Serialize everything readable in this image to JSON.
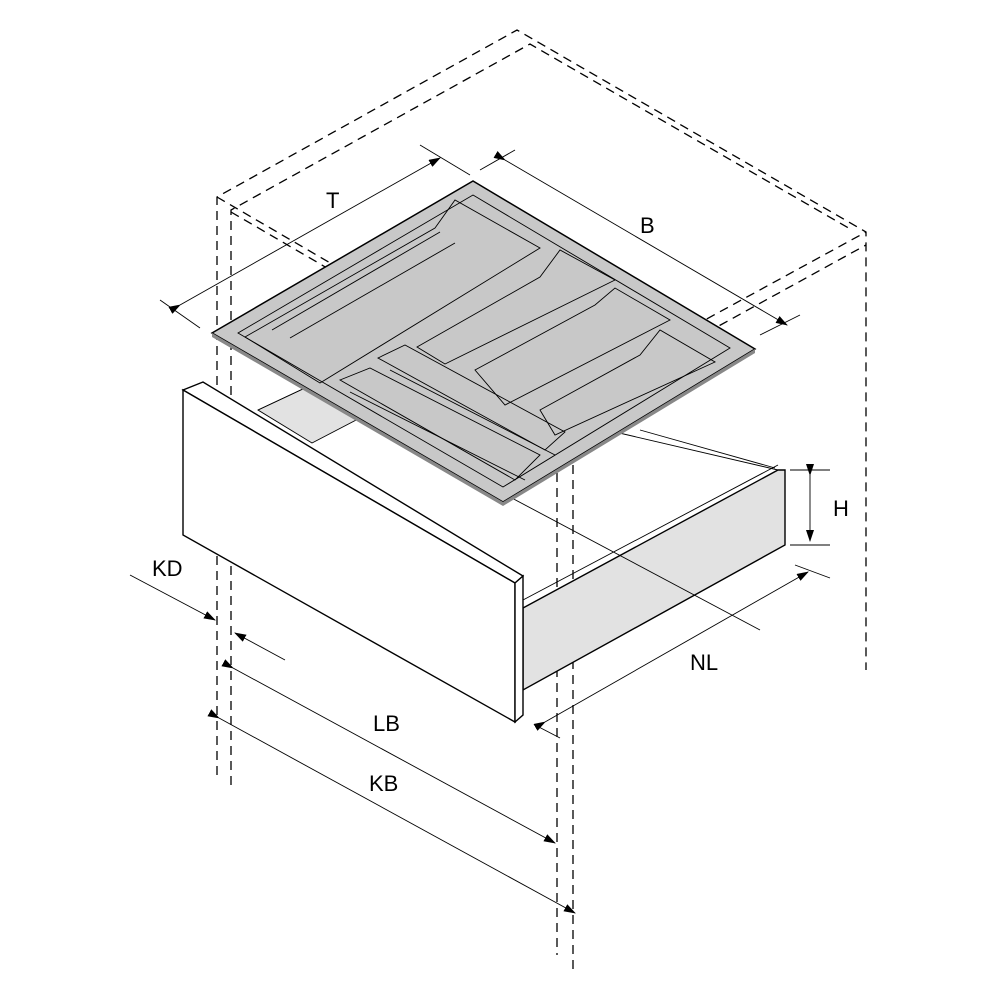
{
  "diagram": {
    "labels": {
      "T": "T",
      "B": "B",
      "H": "H",
      "KD": "KD",
      "NL": "NL",
      "LB": "LB",
      "KB": "KB"
    },
    "colors": {
      "tray": "#c8c8c8",
      "drawer_side": "#e2e2e2",
      "lines": "#000000"
    }
  }
}
